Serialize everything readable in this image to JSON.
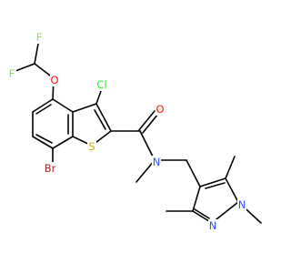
{
  "molecule": {
    "atoms": [
      {
        "id": "F1",
        "symbol": "F",
        "color": "#90e050"
      },
      {
        "id": "F2",
        "symbol": "F",
        "color": "#90e050"
      },
      {
        "id": "O1",
        "symbol": "O",
        "color": "#ff0d0d"
      },
      {
        "id": "Cl1",
        "symbol": "Cl",
        "color": "#1ff01f"
      },
      {
        "id": "O2",
        "symbol": "O",
        "color": "#ff0d0d"
      },
      {
        "id": "S1",
        "symbol": "S",
        "color": "#c8b400"
      },
      {
        "id": "N1",
        "symbol": "N",
        "color": "#3050f8"
      },
      {
        "id": "Br1",
        "symbol": "Br",
        "color": "#a62929"
      },
      {
        "id": "N2",
        "symbol": "N",
        "color": "#3050f8"
      },
      {
        "id": "N3",
        "symbol": "N",
        "color": "#3050f8"
      }
    ],
    "bond_color": "#000000"
  }
}
